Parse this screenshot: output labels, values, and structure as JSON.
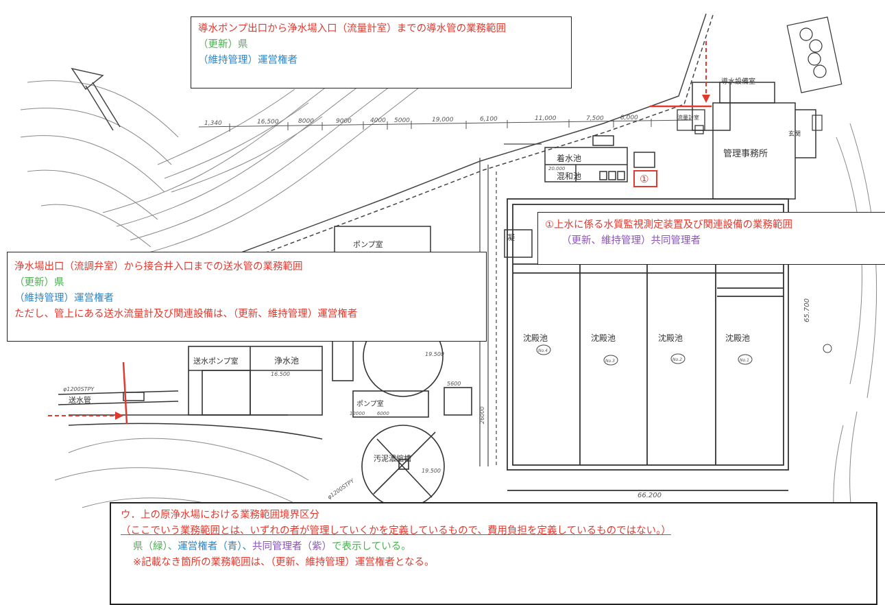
{
  "colors": {
    "red": "#e03a2f",
    "green": "#4caf50",
    "blue": "#2e86c8",
    "purple": "#8a56b8"
  },
  "drawing": {
    "labels": {
      "intake_pump_room": "導水設備室",
      "office": "管理事務所",
      "entrance": "玄関",
      "flow_meter_room": "流量計室",
      "receiving_well": "着水池",
      "mixing_pond": "混和池",
      "mixing_dim": "20.000",
      "pump_room": "ポンプ室",
      "pump_room_2": "ポンプ室",
      "coag": "凝",
      "clear_water_tank": "浄水池",
      "clear_water_dim": "16.500",
      "send_pump_room": "送水ポンプ室",
      "send_pipe": "送水管",
      "pipe_size": "φ1200STPY",
      "pipe_size_2": "φ1200STPY",
      "sludge_tank": "汚泥濃縮槽",
      "dim_19500a": "19.500",
      "dim_19500b": "19.500",
      "dim_65700": "65.700",
      "dim_66200": "66.200",
      "dim_5600": "5600",
      "dim_12000": "12000",
      "dim_6000": "6000",
      "dim_26000": "26000",
      "monitor_marker": "①",
      "settling_basins": [
        {
          "name": "沈殿池",
          "num": "No.4"
        },
        {
          "name": "沈殿池",
          "num": "No.3"
        },
        {
          "name": "沈殿池",
          "num": "No.2"
        },
        {
          "name": "沈殿池",
          "num": "No.1"
        }
      ],
      "top_dims": [
        "1,340",
        "16,500",
        "8000",
        "9000",
        "4000",
        "5000",
        "19,000",
        "6,100",
        "11,000",
        "7,500",
        "8,000"
      ]
    }
  },
  "callouts": {
    "intake": {
      "title": "導水ポンプ出口から浄水場入口（流量計室）までの導水管の業務範囲",
      "renew": "（更新）県",
      "maintain": "（維持管理）運営権者"
    },
    "monitor": {
      "title": "①上水に係る水質監視測定装置及び関連設備の業務範囲",
      "scope": "（更新、維持管理）共同管理者"
    },
    "outlet": {
      "title": "浄水場出口（流調弁室）から接合井入口までの送水管の業務範囲",
      "renew": "（更新）県",
      "maintain": "（維持管理）運営権者",
      "note": "ただし、管上にある送水流量計及び関連設備は、（更新、維持管理）運営権者"
    }
  },
  "legend": {
    "title": "ウ．上の原浄水場における業務範囲境界区分",
    "definition": "（ここでいう業務範囲とは、いずれの者が管理していくかを定義しているもので、費用負担を定義しているものではない。）",
    "pref": "県（緑）",
    "sep1": "、",
    "operator": "運営権者（青）",
    "sep2": "、",
    "joint": "共同管理者（紫）",
    "suffix": "で表示している。",
    "note": "※記載なき箇所の業務範囲は、（更新、維持管理）運営権者となる。"
  }
}
